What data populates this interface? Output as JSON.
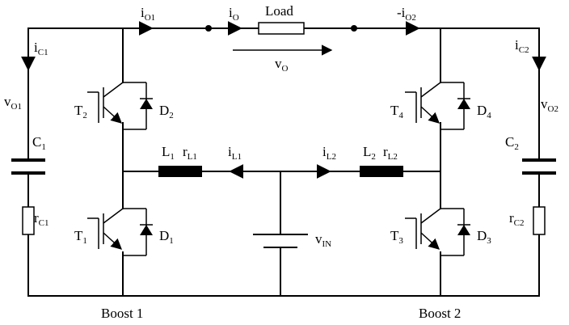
{
  "labels": {
    "i_o1": "i",
    "i_o1_sub": "O1",
    "i_o": "i",
    "i_o_sub": "O",
    "load": "Load",
    "i_o2": "-i",
    "i_o2_sub": "O2",
    "i_c1": "i",
    "i_c1_sub": "C1",
    "i_c2": "i",
    "i_c2_sub": "C2",
    "v_o": "v",
    "v_o_sub": "O",
    "v_o1": "v",
    "v_o1_sub": "O1",
    "v_o2": "v",
    "v_o2_sub": "O2",
    "t2": "T",
    "t2_sub": "2",
    "d2": "D",
    "d2_sub": "2",
    "t4": "T",
    "t4_sub": "4",
    "d4": "D",
    "d4_sub": "4",
    "c1": "C",
    "c1_sub": "1",
    "c2": "C",
    "c2_sub": "2",
    "l1": "L",
    "l1_sub": "1",
    "r_l1": "r",
    "r_l1_sub": "L1",
    "i_l1": "i",
    "i_l1_sub": "L1",
    "i_l2": "i",
    "i_l2_sub": "L2",
    "l2": "L",
    "l2_sub": "2",
    "r_l2": "r",
    "r_l2_sub": "L2",
    "r_c1": "r",
    "r_c1_sub": "C1",
    "r_c2": "r",
    "r_c2_sub": "C2",
    "t1": "T",
    "t1_sub": "1",
    "d1": "D",
    "d1_sub": "1",
    "t3": "T",
    "t3_sub": "3",
    "d3": "D",
    "d3_sub": "3",
    "v_in": "v",
    "v_in_sub": "IN",
    "boost1": "Boost 1",
    "boost2": "Boost 2"
  }
}
